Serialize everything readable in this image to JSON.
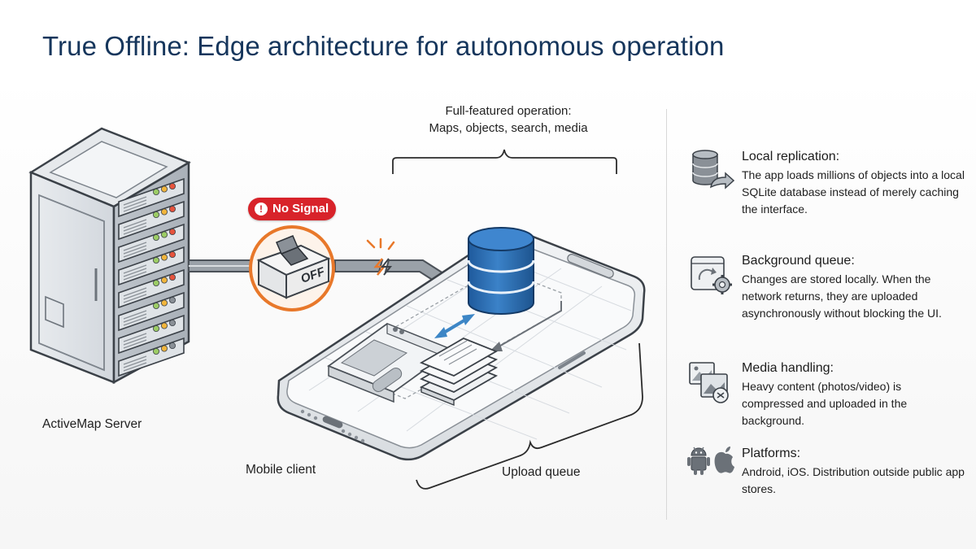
{
  "title": "True Offline: Edge architecture for autonomous operation",
  "diagram": {
    "top_caption": [
      "Full-featured operation:",
      "Maps, objects, search, media"
    ],
    "server_label": "ActiveMap Server",
    "client_label": "Mobile client",
    "queue_label": "Upload queue",
    "no_signal": "No Signal",
    "switch_text": "OFF"
  },
  "features": [
    {
      "icon": "database-replication-icon",
      "title": "Local replication:",
      "text": "The app loads millions of objects into a local SQLite database instead of merely caching the interface."
    },
    {
      "icon": "background-sync-gear-icon",
      "title": "Background queue:",
      "text": "Changes are stored locally. When the network returns, they are uploaded asynchronously without blocking the UI."
    },
    {
      "icon": "media-images-icon",
      "title": "Media handling:",
      "text": "Heavy content (photos/video) is compressed and uploaded in the background."
    },
    {
      "icon": "android-apple-icon",
      "title": "Platforms:",
      "text": "Android, iOS. Distribution outside public app stores."
    }
  ],
  "colors": {
    "title": "#16365c",
    "alert_red": "#d8232a",
    "switch_ring": "#e8782a",
    "database_blue": "#2f6fb3",
    "arrow_blue": "#3d86c6"
  }
}
